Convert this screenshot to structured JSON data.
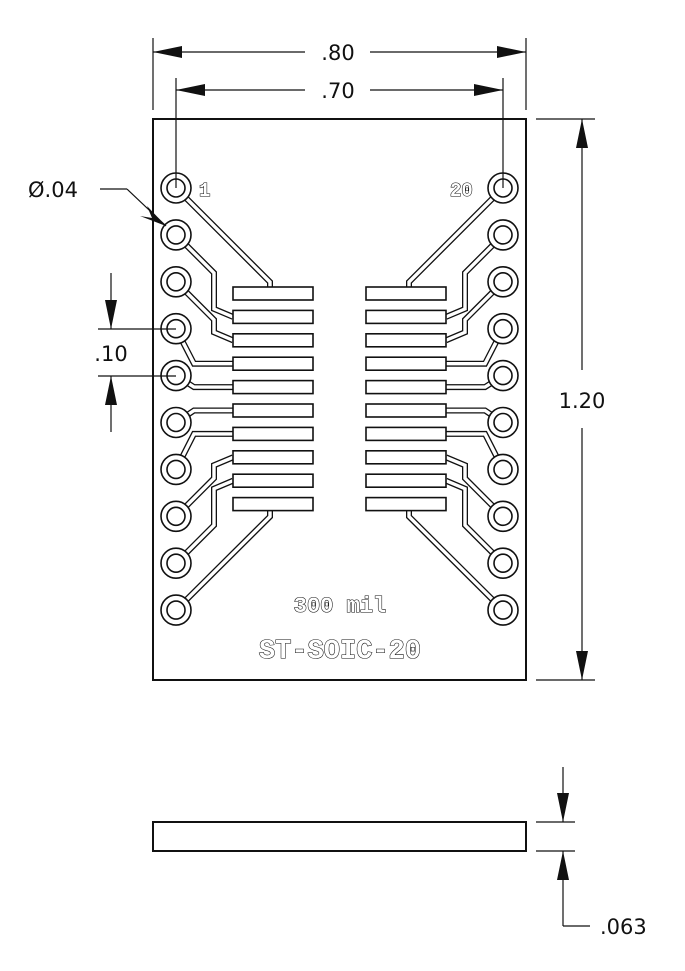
{
  "drawing": {
    "title": "ST-SOIC-20",
    "subtitle": "300 mil",
    "pin_labels": {
      "first": "1",
      "last": "20"
    },
    "pin_count": 20,
    "dimensions": {
      "overall_width": ".80",
      "hole_span": ".70",
      "overall_height": "1.20",
      "hole_diameter": "Ø.04",
      "pitch": ".10",
      "thickness": ".063"
    }
  }
}
